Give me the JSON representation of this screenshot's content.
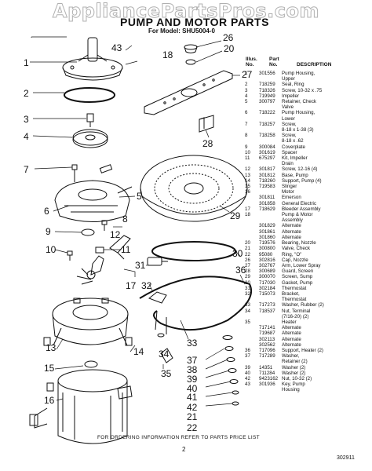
{
  "watermark": "AppliancePartsPros.com",
  "title": "PUMP AND MOTOR PARTS",
  "subtitle": "For Model: SHU5004-0",
  "table_headers": {
    "no": "Illus. No.",
    "part": "Part No.",
    "desc": "DESCRIPTION"
  },
  "parts": [
    {
      "no": "1",
      "part": "301556",
      "desc": "Pump Housing,"
    },
    {
      "no": "",
      "part": "",
      "desc": "Upper"
    },
    {
      "no": "2",
      "part": "718259",
      "desc": "Seal, Ring"
    },
    {
      "no": "3",
      "part": "718326",
      "desc": "Screw, 10-32 x .75"
    },
    {
      "no": "4",
      "part": "719949",
      "desc": "Impeller"
    },
    {
      "no": "5",
      "part": "300797",
      "desc": "Retainer, Check"
    },
    {
      "no": "",
      "part": "",
      "desc": "Valve"
    },
    {
      "no": "6",
      "part": "718222",
      "desc": "Pump Housing,"
    },
    {
      "no": "",
      "part": "",
      "desc": "Lower"
    },
    {
      "no": "7",
      "part": "718257",
      "desc": "Screw,"
    },
    {
      "no": "",
      "part": "",
      "desc": "8-18 x 1-38 (3)"
    },
    {
      "no": "8",
      "part": "718258",
      "desc": "Screw,"
    },
    {
      "no": "",
      "part": "",
      "desc": "8-18 x .62"
    },
    {
      "no": "9",
      "part": "300084",
      "desc": "Coverplate"
    },
    {
      "no": "10",
      "part": "301619",
      "desc": "Spacer"
    },
    {
      "no": "11",
      "part": "675297",
      "desc": "Kit, Impeller"
    },
    {
      "no": "",
      "part": "",
      "desc": "Drain"
    },
    {
      "no": "12",
      "part": "301817",
      "desc": "Screw, 12-16 (4)"
    },
    {
      "no": "13",
      "part": "301812",
      "desc": "Base, Pump"
    },
    {
      "no": "14",
      "part": "718260",
      "desc": "Support, Pump (4)"
    },
    {
      "no": "15",
      "part": "719583",
      "desc": "Slinger"
    },
    {
      "no": "16",
      "part": "",
      "desc": "Motor"
    },
    {
      "no": "",
      "part": "301811",
      "desc": "Emerson"
    },
    {
      "no": "",
      "part": "301858",
      "desc": "General Electric"
    },
    {
      "no": "17",
      "part": "718629",
      "desc": "Bleeder Assembly"
    },
    {
      "no": "18",
      "part": "",
      "desc": "Pump & Motor"
    },
    {
      "no": "",
      "part": "",
      "desc": "Assembly"
    },
    {
      "no": "",
      "part": "301829",
      "desc": "Alternate"
    },
    {
      "no": "",
      "part": "301861",
      "desc": "Alternate"
    },
    {
      "no": "",
      "part": "301860",
      "desc": "Alternate"
    },
    {
      "no": "20",
      "part": "719576",
      "desc": "Bearing, Nozzle"
    },
    {
      "no": "21",
      "part": "300800",
      "desc": "Valve, Check"
    },
    {
      "no": "22",
      "part": "95080",
      "desc": "Ring, \"O\""
    },
    {
      "no": "26",
      "part": "302816",
      "desc": "Cap, Nozzle"
    },
    {
      "no": "27",
      "part": "302767",
      "desc": "Arm, Lower Spray"
    },
    {
      "no": "28",
      "part": "300689",
      "desc": "Guard, Screen"
    },
    {
      "no": "29",
      "part": "300070",
      "desc": "Screen, Sump"
    },
    {
      "no": "30",
      "part": "717030",
      "desc": "Gasket, Pump"
    },
    {
      "no": "31",
      "part": "302184",
      "desc": "Thermostat"
    },
    {
      "no": "32",
      "part": "715073",
      "desc": "Bracket,"
    },
    {
      "no": "",
      "part": "",
      "desc": "Thermostat"
    },
    {
      "no": "33",
      "part": "717273",
      "desc": "Washer, Rubber (2)"
    },
    {
      "no": "34",
      "part": "718537",
      "desc": "Nut, Terminal"
    },
    {
      "no": "",
      "part": "",
      "desc": "(7/16-20) (2)"
    },
    {
      "no": "35",
      "part": "",
      "desc": "Heater"
    },
    {
      "no": "",
      "part": "717141",
      "desc": "Alternate"
    },
    {
      "no": "",
      "part": "719687",
      "desc": "Alternate"
    },
    {
      "no": "",
      "part": "302113",
      "desc": "Alternate"
    },
    {
      "no": "",
      "part": "302562",
      "desc": "Alternate"
    },
    {
      "no": "36",
      "part": "717096",
      "desc": "Support, Heater (2)"
    },
    {
      "no": "37",
      "part": "717289",
      "desc": "Washer,"
    },
    {
      "no": "",
      "part": "",
      "desc": "Retainer (2)"
    },
    {
      "no": "39",
      "part": "14351",
      "desc": "Washer (2)"
    },
    {
      "no": "40",
      "part": "711284",
      "desc": "Washer (2)"
    },
    {
      "no": "42",
      "part": "9423162",
      "desc": "Nut, 10-32 (2)"
    },
    {
      "no": "43",
      "part": "301936",
      "desc": "Key, Pump"
    },
    {
      "no": "",
      "part": "",
      "desc": "Housing"
    }
  ],
  "callouts": {
    "c1": "1",
    "c2": "2",
    "c3": "3",
    "c4": "4",
    "c5": "5",
    "c6": "6",
    "c7": "7",
    "c8": "8",
    "c9": "9",
    "c10": "10",
    "c11": "11",
    "c12": "12",
    "c13": "13",
    "c14": "14",
    "c15": "15",
    "c16": "16",
    "c17": "17",
    "c18": "18",
    "c20": "20",
    "c21": "21",
    "c22": "22",
    "c26": "26",
    "c27": "27",
    "c28": "28",
    "c29": "29",
    "c30": "30",
    "c31": "31",
    "c32": "32",
    "c33": "33",
    "c34": "34",
    "c35": "35",
    "c36": "36",
    "c37": "37",
    "c38": "38",
    "c39": "39",
    "c40": "40",
    "c41": "41",
    "c42": "42",
    "c43": "43"
  },
  "footer": "FOR ORDERING INFORMATION REFER TO PARTS PRICE LIST",
  "page_number": "2",
  "doc_code": "302911"
}
